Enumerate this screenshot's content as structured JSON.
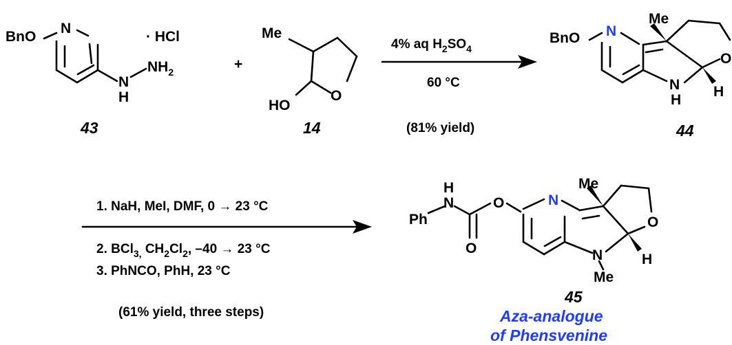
{
  "compound_43": {
    "label": "43",
    "bno": "BnO",
    "n_ring": "N",
    "salt": "· HCl",
    "n_hydrazine": "N",
    "h_hydrazine": "H",
    "nh2_main": "NH",
    "nh2_sub": "2"
  },
  "plus": "+",
  "compound_14": {
    "label": "14",
    "me": "Me",
    "ho": "HO",
    "o": "O"
  },
  "step1": {
    "reagent_main": "4% aq H",
    "reagent_sub1": "2",
    "reagent_mid": "SO",
    "reagent_sub2": "4",
    "temperature": "60 °C",
    "yield": "(81% yield)"
  },
  "compound_44": {
    "label": "44",
    "bno": "BnO",
    "n_ring": "N",
    "me": "Me",
    "o": "O",
    "nh_n": "N",
    "nh_h": "H",
    "h": "H"
  },
  "step2": {
    "line1": "1. NaH, MeI, DMF, 0 → 23 °C",
    "line2_a": "2. BCl",
    "line2_sub1": "3,",
    "line2_b": " CH",
    "line2_sub2": "2",
    "line2_c": "Cl",
    "line2_sub3": "2",
    "line2_d": ", –40 → 23 °C",
    "line3": "3. PhNCO, PhH, 23 °C",
    "yield": "(61% yield, three steps)"
  },
  "compound_45": {
    "label": "45",
    "name_line1": "Aza-analogue",
    "name_line2": "of Phensvenine",
    "ph": "Ph",
    "n_carbamate": "N",
    "h_carbamate": "H",
    "o_ester": "O",
    "o_carbonyl": "O",
    "n_ring": "N",
    "me_top": "Me",
    "o_ring": "O",
    "n_me_n": "N",
    "n_me_me": "Me",
    "h": "H"
  },
  "colors": {
    "pyridine_n": "#1f3bff",
    "name_text": "#1f3bff"
  }
}
